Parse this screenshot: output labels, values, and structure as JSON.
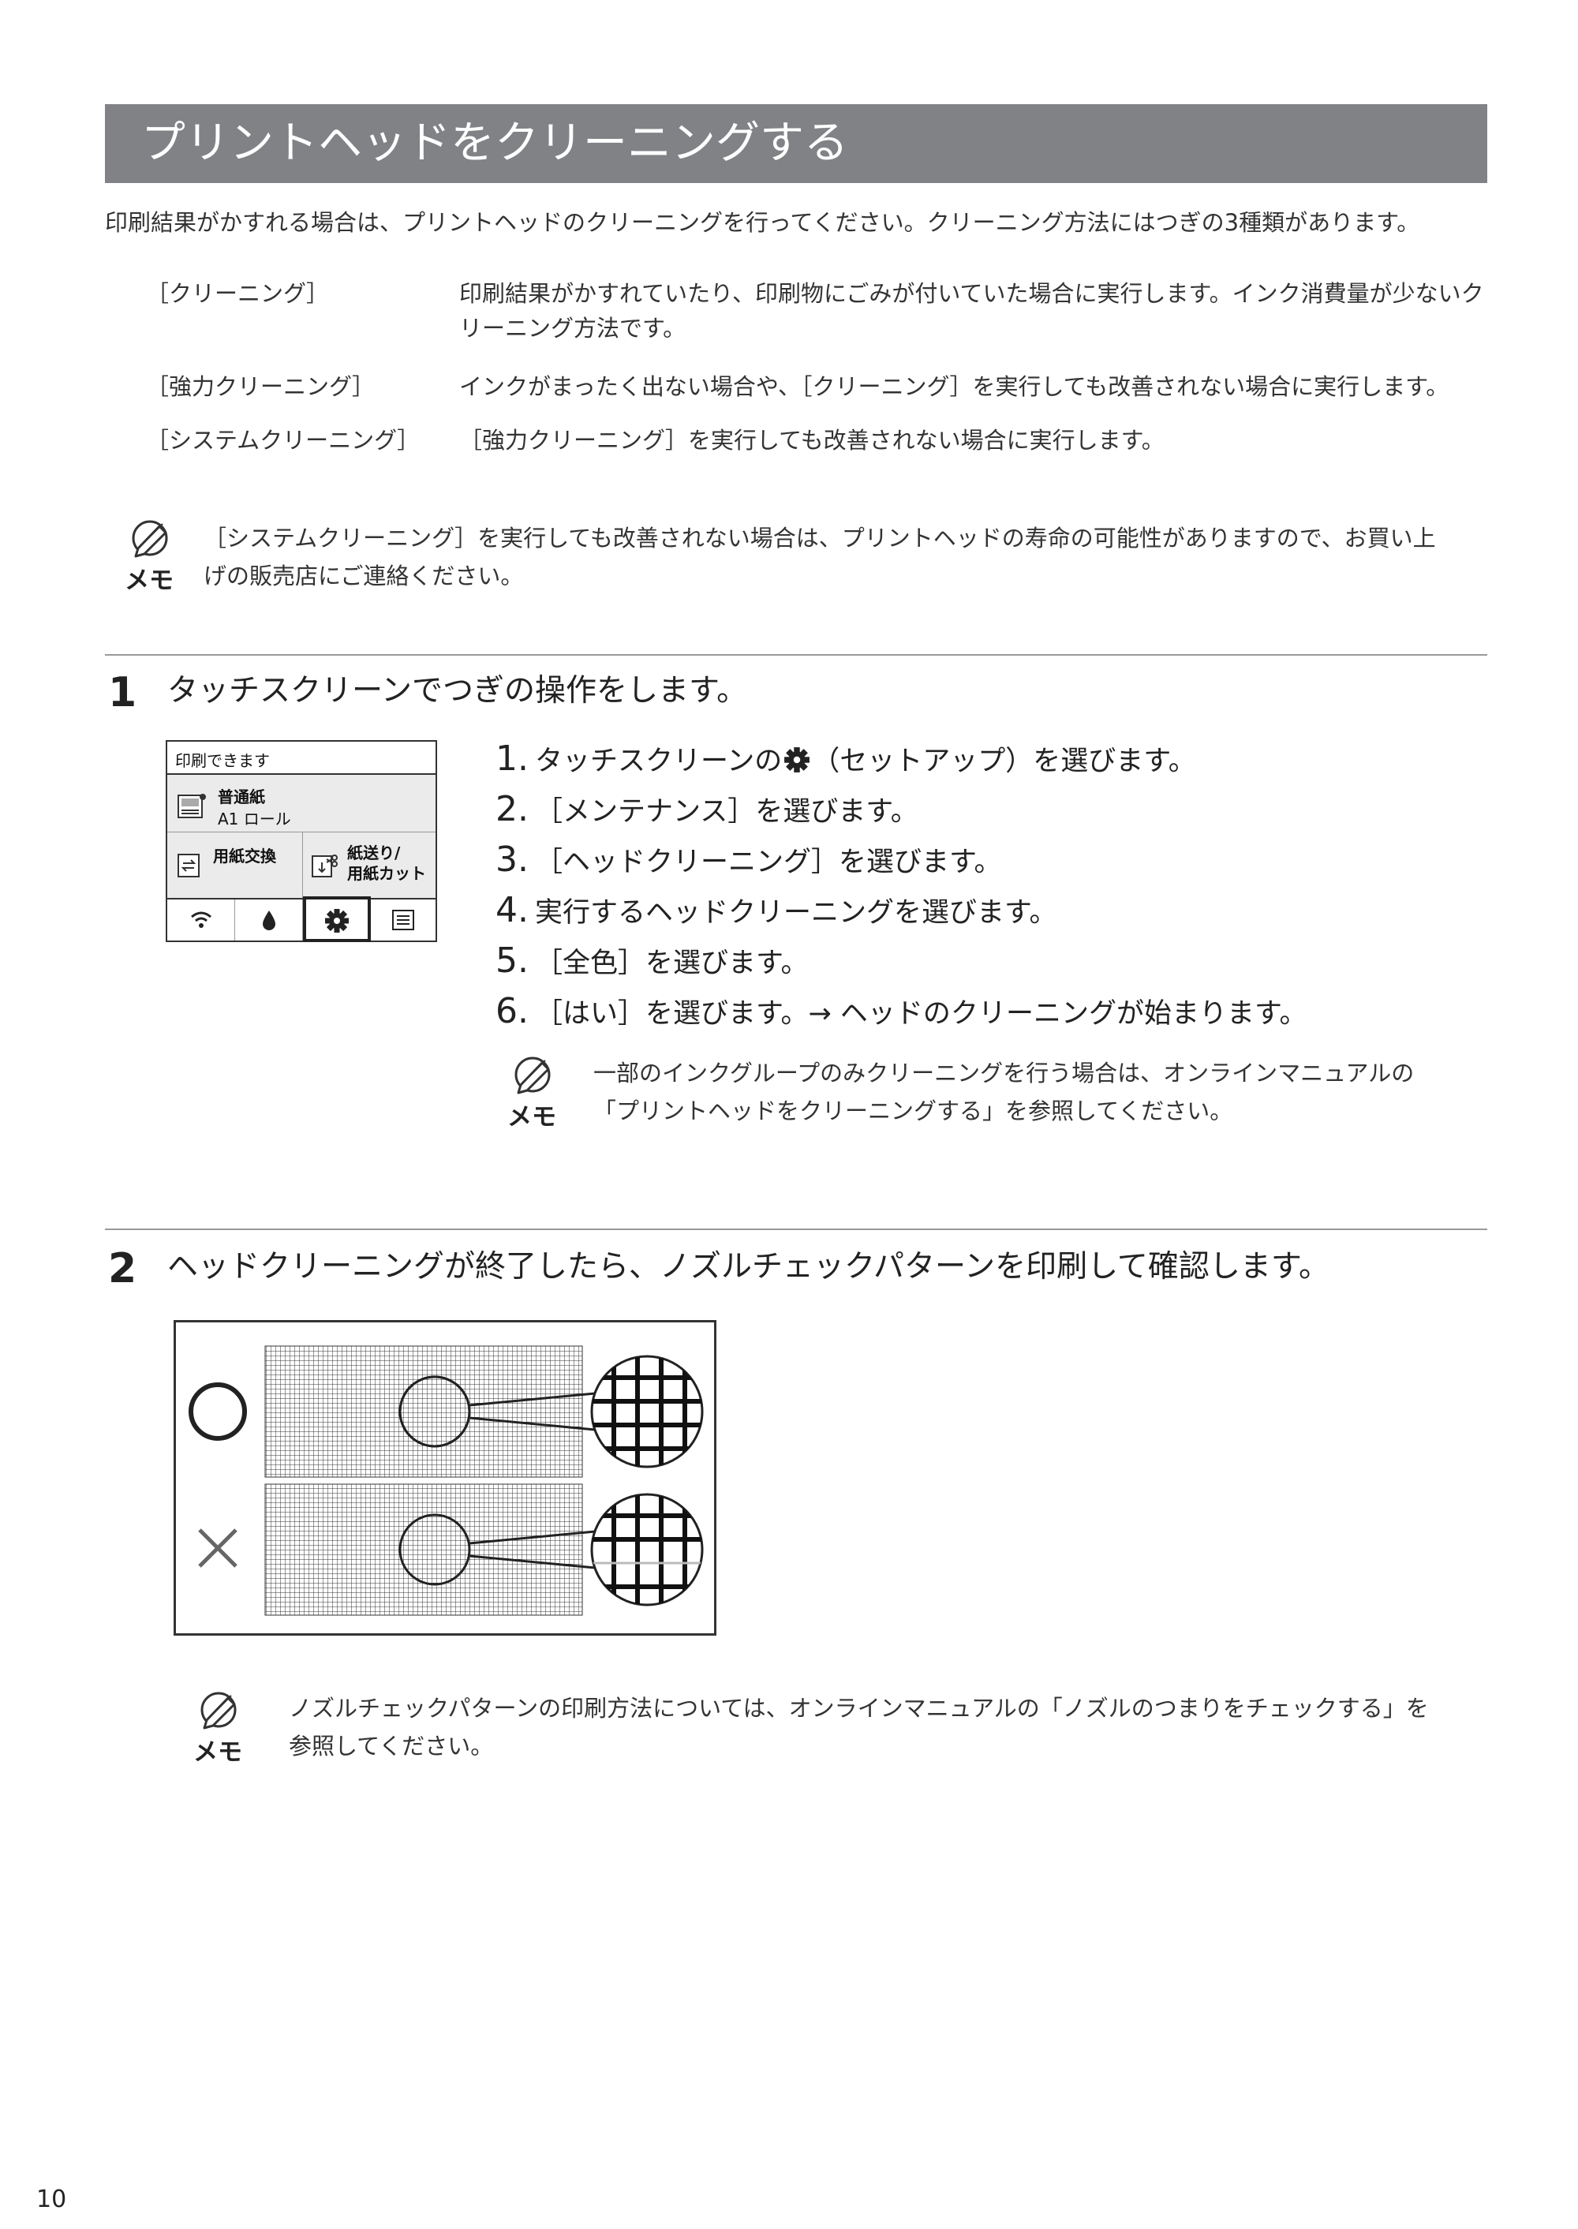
{
  "header": {
    "title": "プリントヘッドをクリーニングする"
  },
  "intro": "印刷結果がかすれる場合は、プリントヘッドのクリーニングを行ってください。クリーニング方法にはつぎの3種類があります。",
  "methods": [
    {
      "term": "［クリーニング］",
      "desc": "印刷結果がかすれていたり、印刷物にごみが付いていた場合に実行します。インク消費量が少ないクリーニング方法です。"
    },
    {
      "term": "［強力クリーニング］",
      "desc": "インクがまったく出ない場合や、［クリーニング］を実行しても改善されない場合に実行します。"
    },
    {
      "term": "［システムクリーニング］",
      "desc": "［強力クリーニング］を実行しても改善されない場合に実行します。"
    }
  ],
  "memo_label": "メモ",
  "memo1": {
    "line1": "［システムクリーニング］を実行しても改善されない場合は、プリントヘッドの寿命の可能性がありますので、お買い上",
    "line2": "げの販売店にご連絡ください。"
  },
  "step1": {
    "number": "1",
    "title": "タッチスクリーンでつぎの操作をします。",
    "screen": {
      "status": "印刷できます",
      "paper_type": "普通紙",
      "paper_size": "A1 ロール",
      "btn_replace": "用紙交換",
      "btn_feed_line1": "紙送り/",
      "btn_feed_line2": "用紙カット"
    },
    "substeps": [
      {
        "n": "1.",
        "pre": "タッチスクリーンの",
        "post": "（セットアップ）を選びます。"
      },
      {
        "n": "2.",
        "pre": "［メンテナンス］を選びます。",
        "post": ""
      },
      {
        "n": "3.",
        "pre": "［ヘッドクリーニング］を選びます。",
        "post": ""
      },
      {
        "n": "4.",
        "pre": "実行するヘッドクリーニングを選びます。",
        "post": ""
      },
      {
        "n": "5.",
        "pre": "［全色］を選びます。",
        "post": ""
      },
      {
        "n": "6.",
        "pre": "［はい］を選びます。→ ヘッドのクリーニングが始まります。",
        "post": ""
      }
    ],
    "memo": {
      "line1": "一部のインクグループのみクリーニングを行う場合は、オンラインマニュアルの",
      "line2": "「プリントヘッドをクリーニングする」を参照してください。"
    }
  },
  "step2": {
    "number": "2",
    "title": "ヘッドクリーニングが終了したら、ノズルチェックパターンを印刷して確認します。",
    "memo": {
      "line1": "ノズルチェックパターンの印刷方法については、オンラインマニュアルの「ノズルのつまりをチェックする」を",
      "line2": "参照してください。"
    }
  },
  "page_number": "10",
  "icons": [
    "pencil-memo-icon",
    "gear-icon",
    "wifi-icon",
    "ink-drop-icon",
    "menu-list-icon",
    "paper-roll-icon",
    "paper-swap-icon",
    "cut-icon",
    "good-circle-icon",
    "bad-cross-icon"
  ],
  "colors": {
    "banner": "#808285",
    "text": "#333333",
    "rule": "#9a9a9a"
  }
}
